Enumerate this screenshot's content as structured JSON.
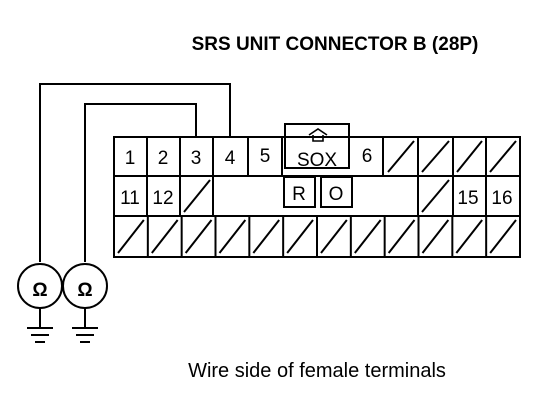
{
  "title": "SRS UNIT CONNECTOR B (28P)",
  "caption": "Wire side of female terminals",
  "connector": {
    "top_row_left": [
      "1",
      "2",
      "3",
      "4"
    ],
    "top_row_after": [
      "5"
    ],
    "lock_label": "SOX",
    "top_row_right": [
      "6"
    ],
    "middle_left": [
      "11",
      "12"
    ],
    "middle_center": [
      "R",
      "O"
    ],
    "middle_right": [
      "15",
      "16"
    ]
  },
  "meters": [
    "Ω",
    "Ω"
  ]
}
